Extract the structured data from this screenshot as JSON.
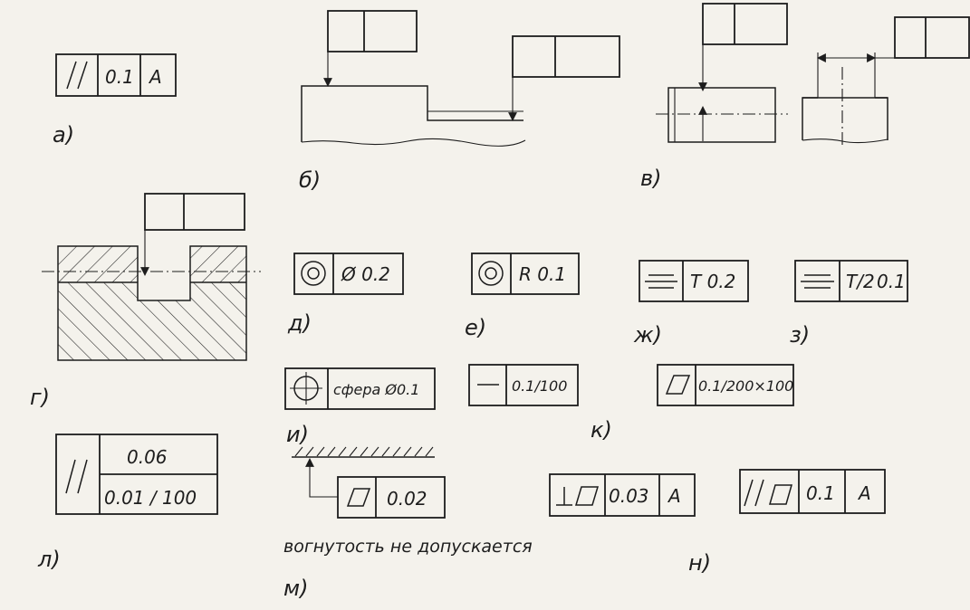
{
  "labels": {
    "a": "а)",
    "b": "б)",
    "v": "в)",
    "g": "г)",
    "d": "д)",
    "e": "е)",
    "zh": "ж)",
    "z": "з)",
    "i": "и)",
    "k": "к)",
    "l": "л)",
    "m": "м)",
    "n": "н)"
  },
  "frames": {
    "a": {
      "value": "0.1",
      "datum": "A"
    },
    "d": {
      "value": "Ø 0.2"
    },
    "e": {
      "value": "R 0.1"
    },
    "zh": {
      "value": "T 0.2"
    },
    "z": {
      "value_prefix": "T/2",
      "value": "0.1"
    },
    "i": {
      "value": "сфера Ø0.1"
    },
    "k1": {
      "value": "0.1/100"
    },
    "k2": {
      "value": "0.1/200×100"
    },
    "l": {
      "value_top": "0.06",
      "value_bottom": "0.01 / 100"
    },
    "m": {
      "value": "0.02"
    },
    "n1": {
      "value": "0.03",
      "datum": "A"
    },
    "n2": {
      "value": "0.1",
      "datum": "A"
    }
  },
  "notes": {
    "m": "вогнутость не допускается"
  }
}
